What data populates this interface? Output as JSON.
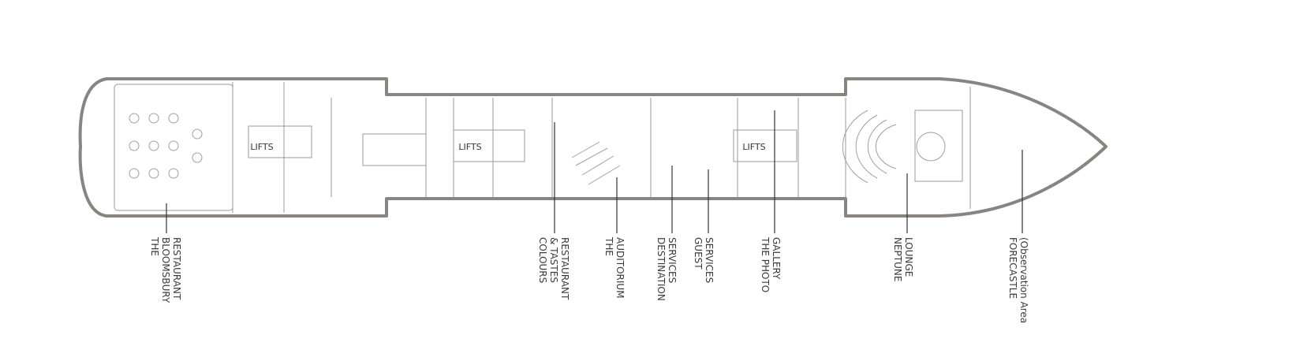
{
  "deck_plan": {
    "lifts_labels": [
      "LIFTS",
      "LIFTS",
      "LIFTS"
    ],
    "venues": [
      {
        "id": "bloomsbury",
        "lines": [
          "THE",
          "BLOOMSBURY",
          "RESTAURANT"
        ]
      },
      {
        "id": "colours",
        "lines": [
          "COLOURS",
          "& TASTES",
          "RESTAURANT"
        ]
      },
      {
        "id": "auditorium",
        "lines": [
          "THE",
          "AUDITORIUM"
        ]
      },
      {
        "id": "destination",
        "lines": [
          "DESTINATION",
          "SERVICES"
        ]
      },
      {
        "id": "guest",
        "lines": [
          "GUEST",
          "SERVICES"
        ]
      },
      {
        "id": "photo",
        "lines": [
          "THE PHOTO",
          "GALLERY"
        ]
      },
      {
        "id": "neptune",
        "lines": [
          "NEPTUNE",
          "LOUNGE"
        ]
      },
      {
        "id": "forecastle",
        "lines": [
          "FORECASTLE",
          "(Observation Area"
        ]
      }
    ],
    "colors": {
      "hull": "#8a8480",
      "lines": "#9a9a9a",
      "text": "#3a3a3a"
    }
  }
}
